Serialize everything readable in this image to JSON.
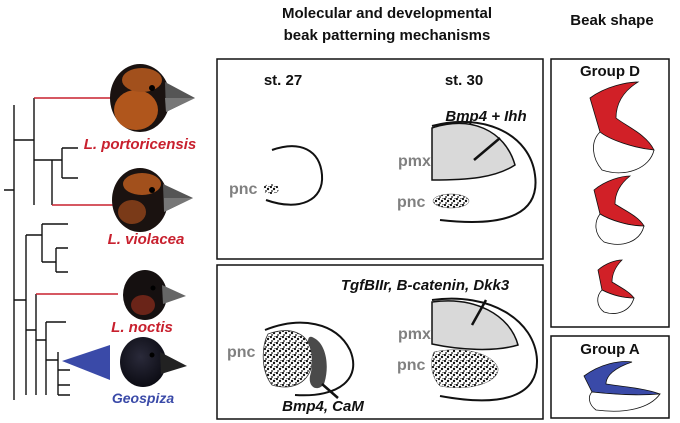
{
  "header": {
    "mech_title_line1": "Molecular and developmental",
    "mech_title_line2": "beak patterning mechanisms",
    "shape_title": "Beak shape"
  },
  "tree": {
    "species": [
      {
        "name": "L. portoricensis",
        "color": "#c8202e"
      },
      {
        "name": "L. violacea",
        "color": "#c8202e"
      },
      {
        "name": "L. noctis",
        "color": "#c8202e"
      },
      {
        "name": "Geospiza",
        "color": "#3a4aa8"
      }
    ]
  },
  "top_panel": {
    "stage_left": "st. 27",
    "stage_right": "st. 30",
    "label_pnc_left": "pnc",
    "label_pmx": "pmx",
    "label_pnc_right": "pnc",
    "genes": "Bmp4 + Ihh"
  },
  "bottom_panel": {
    "genes_top": "TgfBIIr, B-catenin, Dkk3",
    "label_pnc_left": "pnc",
    "label_pmx": "pmx",
    "label_pnc_right": "pnc",
    "genes_bottom": "Bmp4, CaM"
  },
  "groups": {
    "group_d_label": "Group D",
    "group_a_label": "Group A"
  },
  "colors": {
    "red": "#d12027",
    "blue": "#3a4aa8",
    "grey_text": "#808080",
    "pmx_fill": "#d9d9d9"
  }
}
